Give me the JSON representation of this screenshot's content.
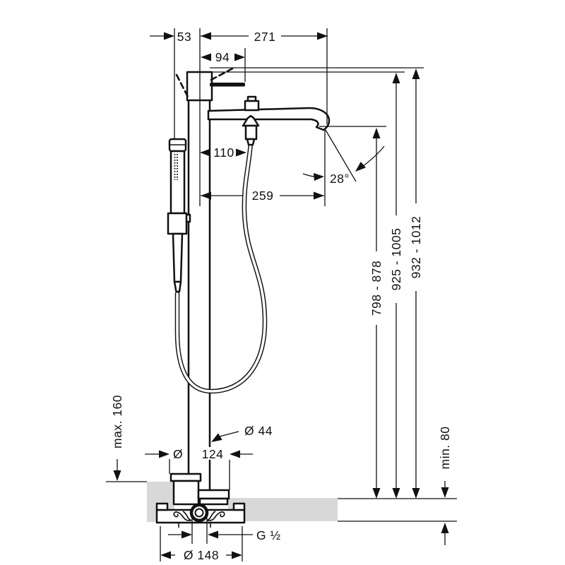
{
  "diagram": {
    "type": "technical-installation-drawing",
    "subject": "Floor-standing bath mixer with hand shower - dimensions in mm",
    "background_color": "#ffffff",
    "line_color": "#111111",
    "floor_fill_color": "#d8d8d8",
    "dimensions": {
      "hand_shower_offset": "53",
      "spout_reach": "271",
      "handle_length": "94",
      "diverter_distance": "110",
      "outlet_distance": "259",
      "spout_angle": "28°",
      "outlet_height_range": "798 - 878",
      "body_height_range": "925 - 1005",
      "total_height_range": "932 - 1012",
      "max_above_floor": "max. 160",
      "min_floor_depth": "min. 80",
      "riser_diameter": "Ø 44",
      "sleeve_diameter_symbol": "Ø",
      "sleeve_diameter_value": "124",
      "connection_thread": "G ½",
      "base_diameter": "Ø 148"
    }
  }
}
